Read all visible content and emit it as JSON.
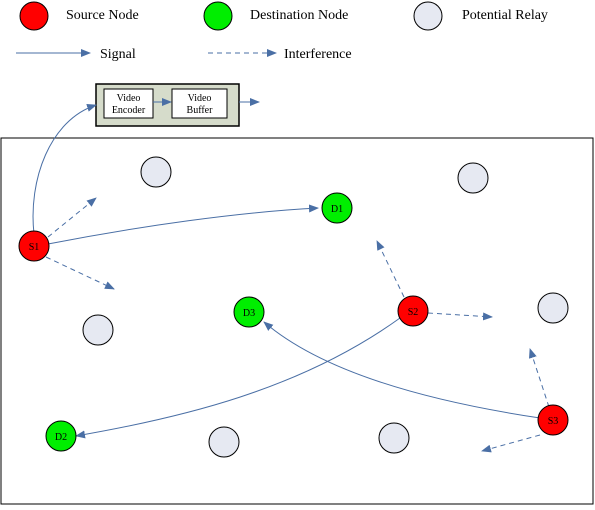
{
  "legend": {
    "source_node": "Source Node",
    "destination_node": "Destination Node",
    "potential_relay": "Potential Relay",
    "signal": "Signal",
    "interference": "Interference"
  },
  "encoder": {
    "video_encoder_line1": "Video",
    "video_encoder_line2": "Encoder",
    "video_buffer_line1": "Video",
    "video_buffer_line2": "Buffer"
  },
  "nodes": {
    "s1": "S1",
    "s2": "S2",
    "s3": "S3",
    "d1": "D1",
    "d2": "D2",
    "d3": "D3"
  },
  "colors": {
    "source": "#ff0000",
    "destination": "#00ee00",
    "relay": "#e6e9f2",
    "arrow": "#4a6fa5",
    "encoder_box": "#d6dccb"
  }
}
